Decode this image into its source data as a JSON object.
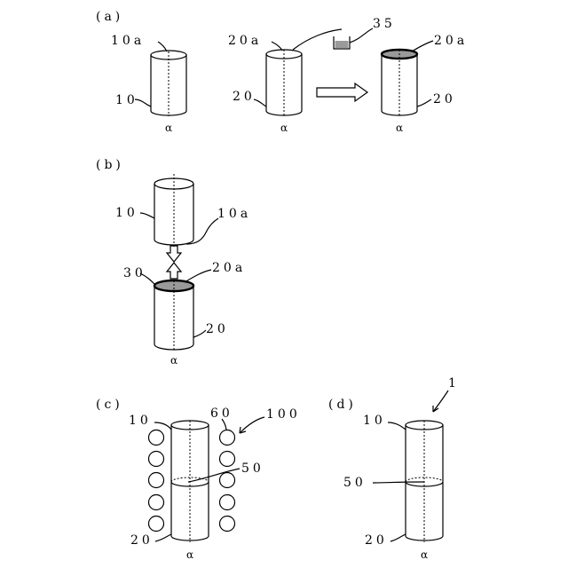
{
  "panels": {
    "a": "(a)",
    "b": "(b)",
    "c": "(c)",
    "d": "(d)"
  },
  "labels": {
    "a_10a": "10a",
    "a_10": "10",
    "a_20a_mid": "20a",
    "a_20_mid": "20",
    "a_35": "35",
    "a_20a_right": "20a",
    "a_20_right": "20",
    "b_10": "10",
    "b_10a": "10a",
    "b_30": "30",
    "b_20a": "20a",
    "b_20": "20",
    "c_10": "10",
    "c_60": "60",
    "c_100": "100",
    "c_50": "50",
    "c_20": "20",
    "d_1": "1",
    "d_10": "10",
    "d_50": "50",
    "d_20": "20"
  },
  "axis_symbol": "α"
}
